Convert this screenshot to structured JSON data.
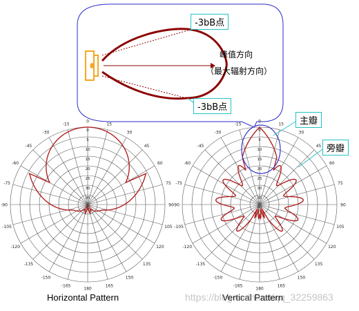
{
  "colors": {
    "beam": "#8b0000",
    "outline": "#2a2acc",
    "callout_border": "#22c1c3",
    "antenna": "#f5a623",
    "grid": "#444444",
    "lobe_marker": "#3333cc"
  },
  "beam_diagram": {
    "label_upper_3db": "-3bB点",
    "label_lower_3db": "-3bB点",
    "label_peak_line1": "峰值方向",
    "label_peak_line2": "（最大辐射方向）",
    "antenna_icon": "panel-antenna-icon"
  },
  "polar_grid": {
    "angle_labels": [
      "0",
      "15",
      "30",
      "45",
      "60",
      "75",
      "90",
      "105",
      "120",
      "135",
      "150",
      "165",
      "180",
      "-165",
      "-150",
      "-135",
      "-120",
      "-105",
      "-90",
      "-75",
      "-60",
      "-45",
      "-30",
      "-15"
    ],
    "ring_labels": [
      "0",
      "5",
      "10",
      "15",
      "20",
      "25",
      "30",
      "35",
      "40"
    ]
  },
  "horizontal": {
    "caption": "Horizontal Pattern"
  },
  "vertical": {
    "caption": "Vertical Pattern",
    "label_main_lobe": "主瓣",
    "label_side_lobe": "旁瓣"
  },
  "watermark": "https://blog.csdn.net/qq_32259863"
}
